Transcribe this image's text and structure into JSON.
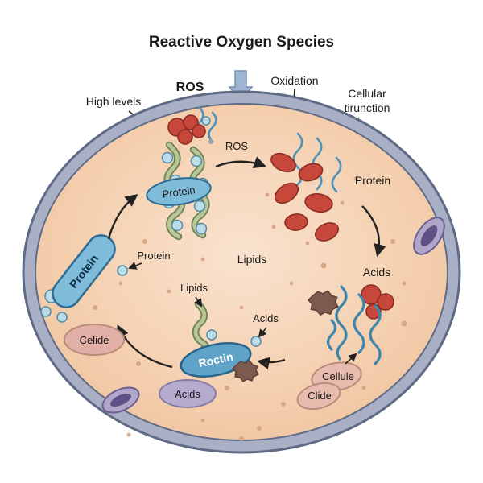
{
  "title": "Reactive Oxygen Species",
  "labels": {
    "ros_top": "ROS",
    "oxidation": "Oxidation",
    "cellular_dysfunction_line1": "Cellular",
    "cellular_dysfunction_line2": "tirunction",
    "high_levels": "High levels",
    "ros_inner": "ROS",
    "protein_complex": "Protein",
    "protein_right": "Protein",
    "lipids_center": "Lipids",
    "acids_right": "Acids",
    "protein_capsule": "Protein",
    "protein_left": "Protein",
    "lipids_small": "Lipids",
    "acids_small": "Acids",
    "roctin": "Roctin",
    "cellule": "Cellule",
    "clide": "Clide",
    "celide": "Celide",
    "acids_bottom": "Acids"
  },
  "palette": {
    "membrane_outer": "#a9b0c6",
    "membrane_stroke": "#5f6a85",
    "cytoplasm": "#f3c9a7",
    "cytoplasm_light": "#f9e3cf",
    "protein_blue": "#7fbcd9",
    "protein_blue_stroke": "#2f6d94",
    "roctin_blue": "#5fa3c9",
    "red_blob": "#c7483a",
    "red_blob_stroke": "#8c2d24",
    "green_chain": "#b8c794",
    "green_chain_stroke": "#6f815a",
    "blue_squiggle": "#4e93ba",
    "pink_vesicle": "#e2afa6",
    "purple_vesicle": "#b5abcd",
    "organelle": "#b0a6c9",
    "organelle_core": "#5e5185",
    "brown_blob": "#7d5a4e",
    "speckle": "#cf9a78",
    "arrow_black": "#222222",
    "down_arrow_blue": "#9db5d0"
  }
}
